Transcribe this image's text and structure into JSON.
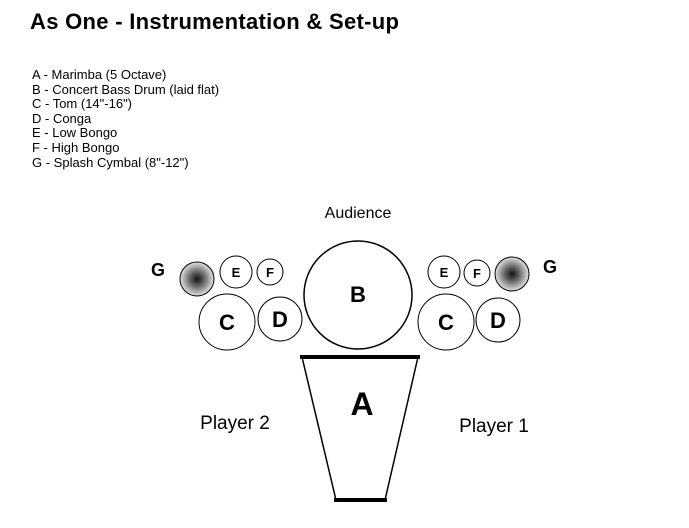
{
  "title": "As One - Instrumentation & Set-up",
  "legend": [
    "A - Marimba (5 Octave)",
    "B - Concert Bass Drum (laid flat)",
    "C - Tom (14\"-16\")",
    "D - Conga",
    "E - Low Bongo",
    "F - High Bongo",
    "G - Splash Cymbal (8\"-12\")"
  ],
  "diagram": {
    "audience": "Audience",
    "player_left": "Player 2",
    "player_right": "Player 1",
    "marks": {
      "a": "A",
      "b": "B",
      "c": "C",
      "d": "D",
      "e": "E",
      "f": "F",
      "g": "G"
    }
  }
}
